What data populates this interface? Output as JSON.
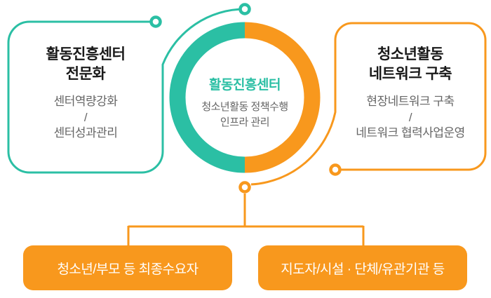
{
  "colors": {
    "teal": "#2bbfa4",
    "orange": "#f8981d",
    "heading_text": "#1a1a1a",
    "body_text": "#666666",
    "bottom_label_text": "#ffffff"
  },
  "diagram": {
    "center": {
      "title": "활동진흥센터",
      "subtitle": "청소년활동 정책수행\n인프라 관리"
    },
    "left_node": {
      "title": "활동진흥센터\n전문화",
      "subtitle": "센터역량강화\n/\n센터성과관리"
    },
    "right_node": {
      "title": "청소년활동\n네트워크 구축",
      "subtitle": "현장네트워크 구축\n/\n네트워크 협력사업운영"
    },
    "bottom_nodes": [
      {
        "label": "청소년/부모 등 최종수요자"
      },
      {
        "label": "지도자/시설 · 단체/유관기관 등"
      }
    ]
  }
}
